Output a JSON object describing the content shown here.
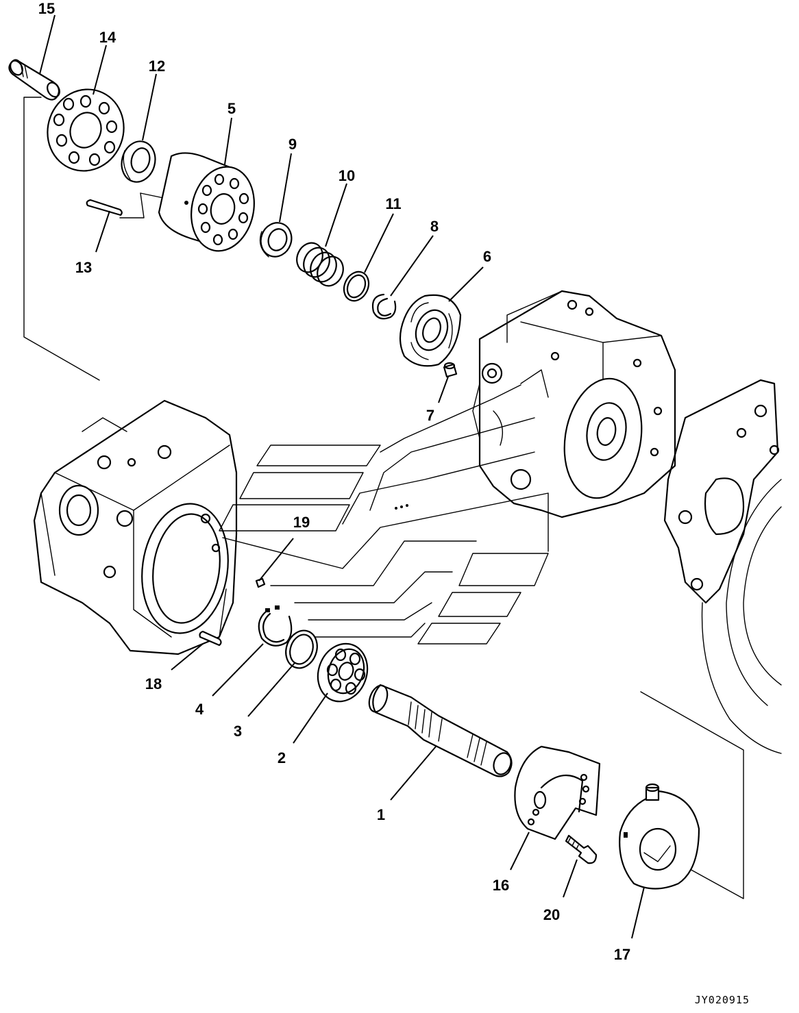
{
  "drawing": {
    "code": "JY020915",
    "line_color": "#000000",
    "background_color": "#ffffff"
  },
  "callouts": [
    {
      "id": "1",
      "label": "1"
    },
    {
      "id": "2",
      "label": "2"
    },
    {
      "id": "3",
      "label": "3"
    },
    {
      "id": "4",
      "label": "4"
    },
    {
      "id": "5",
      "label": "5"
    },
    {
      "id": "6",
      "label": "6"
    },
    {
      "id": "7",
      "label": "7"
    },
    {
      "id": "8",
      "label": "8"
    },
    {
      "id": "9",
      "label": "9"
    },
    {
      "id": "10",
      "label": "10"
    },
    {
      "id": "11",
      "label": "11"
    },
    {
      "id": "12",
      "label": "12"
    },
    {
      "id": "13",
      "label": "13"
    },
    {
      "id": "14",
      "label": "14"
    },
    {
      "id": "15",
      "label": "15"
    },
    {
      "id": "16",
      "label": "16"
    },
    {
      "id": "17",
      "label": "17"
    },
    {
      "id": "18",
      "label": "18"
    },
    {
      "id": "19",
      "label": "19"
    },
    {
      "id": "20",
      "label": "20"
    }
  ]
}
